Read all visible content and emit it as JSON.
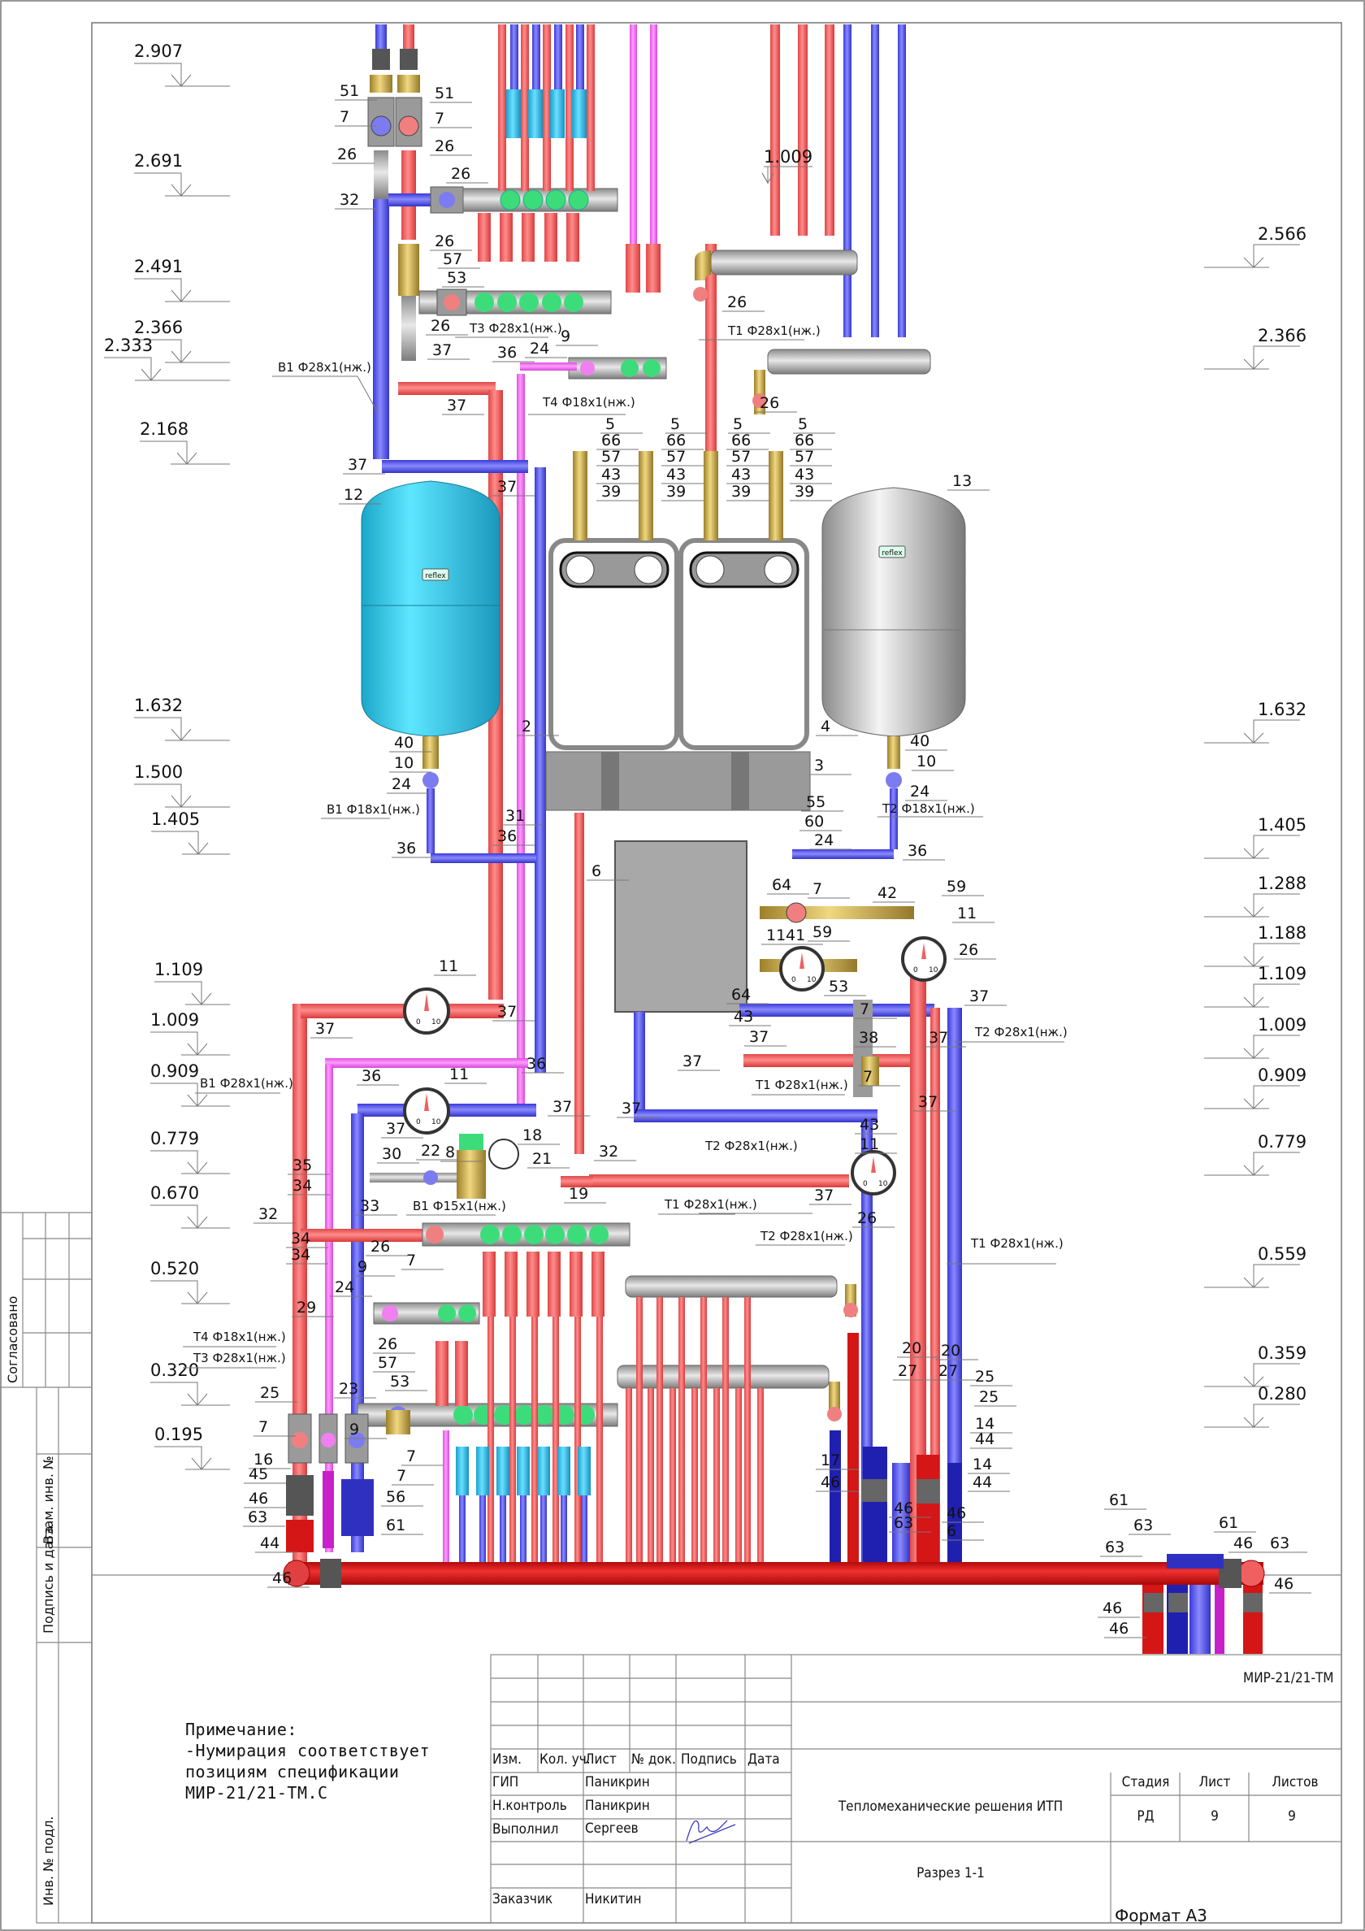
{
  "drawing": {
    "code": "МИР-21/21-ТМ",
    "title": "Тепломеханические решения ИТП",
    "sheet_name": "Разрез 1-1",
    "format": "Формат А3"
  },
  "title_block": {
    "headers": [
      "Изм.",
      "Кол. уч.",
      "Лист",
      "№ док.",
      "Подпись",
      "Дата"
    ],
    "roles": [
      {
        "role": "ГИП",
        "name": "Паникрин"
      },
      {
        "role": "Н.контроль",
        "name": "Паникрин"
      },
      {
        "role": "Выполнил",
        "name": "Сергеев"
      },
      {
        "role": "Заказчик",
        "name": "Никитин"
      }
    ],
    "stage_header": "Стадия",
    "sheet_header": "Лист",
    "sheets_header": "Листов",
    "stage": "РД",
    "sheet": "9",
    "sheets": "9"
  },
  "side_stamp": {
    "agreed": "Согласовано",
    "replace_inv": "Взам. инв. №",
    "sign_date": "Подпись и дата",
    "inv_orig": "Инв. № подл."
  },
  "note": {
    "title": "Примечание:",
    "lines": [
      "-Нумирация соответствует",
      "позициям спецификации",
      "МИР-21/21-ТМ.С"
    ]
  },
  "elevations_left": [
    "2.907",
    "2.691",
    "2.491",
    "2.366",
    "2.333",
    "2.168",
    "1.632",
    "1.500",
    "1.405",
    "1.109",
    "1.009",
    "0.909",
    "0.779",
    "0.670",
    "0.520",
    "0.320",
    "0.195"
  ],
  "elevations_right": [
    "2.566",
    "2.366",
    "1.632",
    "1.405",
    "1.288",
    "1.188",
    "1.109",
    "1.009",
    "0.909",
    "0.779",
    "0.559",
    "0.359",
    "0.280"
  ],
  "elevation_mid": "1.009",
  "pipe_labels": {
    "b1_28": "B1 Ф28x1(нж.)",
    "b1_18": "B1 Ф18x1(нж.)",
    "b1_15": "B1 Ф15x1(нж.)",
    "t1_28": "T1 Ф28x1(нж.)",
    "t2_28": "T2 Ф28x1(нж.)",
    "t2_18": "T2 Ф18x1(нж.)",
    "t3_28": "T3 Ф28x1(нж.)",
    "t4_18": "T4 Ф18x1(нж.)"
  },
  "gauge_scale": {
    "min": "0",
    "max": "10"
  },
  "brand": "reflex",
  "positions": {
    "p2": "2",
    "p3": "3",
    "p4": "4",
    "p5": "5",
    "p6": "6",
    "p7": "7",
    "p8": "8",
    "p9": "9",
    "p10": "10",
    "p11": "11",
    "p12": "12",
    "p13": "13",
    "p14": "14",
    "p16": "16",
    "p17": "17",
    "p18": "18",
    "p19": "19",
    "p20": "20",
    "p21": "21",
    "p22": "22",
    "p23": "23",
    "p24": "24",
    "p25": "25",
    "p26": "26",
    "p27": "27",
    "p29": "29",
    "p30": "30",
    "p31": "31",
    "p32": "32",
    "p33": "33",
    "p34": "34",
    "p35": "35",
    "p36": "36",
    "p37": "37",
    "p38": "38",
    "p39": "39",
    "p40": "40",
    "p41": "41",
    "p42": "42",
    "p43": "43",
    "p44": "44",
    "p45": "45",
    "p46": "46",
    "p51": "51",
    "p53": "53",
    "p55": "55",
    "p56": "56",
    "p57": "57",
    "p59": "59",
    "p60": "60",
    "p61": "61",
    "p63": "63",
    "p64": "64",
    "p66": "66"
  },
  "colors": {
    "supply_red": "#f06a6a",
    "return_blue": "#5a5ae8",
    "dhw_pink": "#f27af2",
    "cold_cyan": "#2ec8e8",
    "main_red": "#d41616",
    "valve_green": "#3ddc7a",
    "brass": "#c9a94a",
    "steel": "#bdbdbd"
  }
}
